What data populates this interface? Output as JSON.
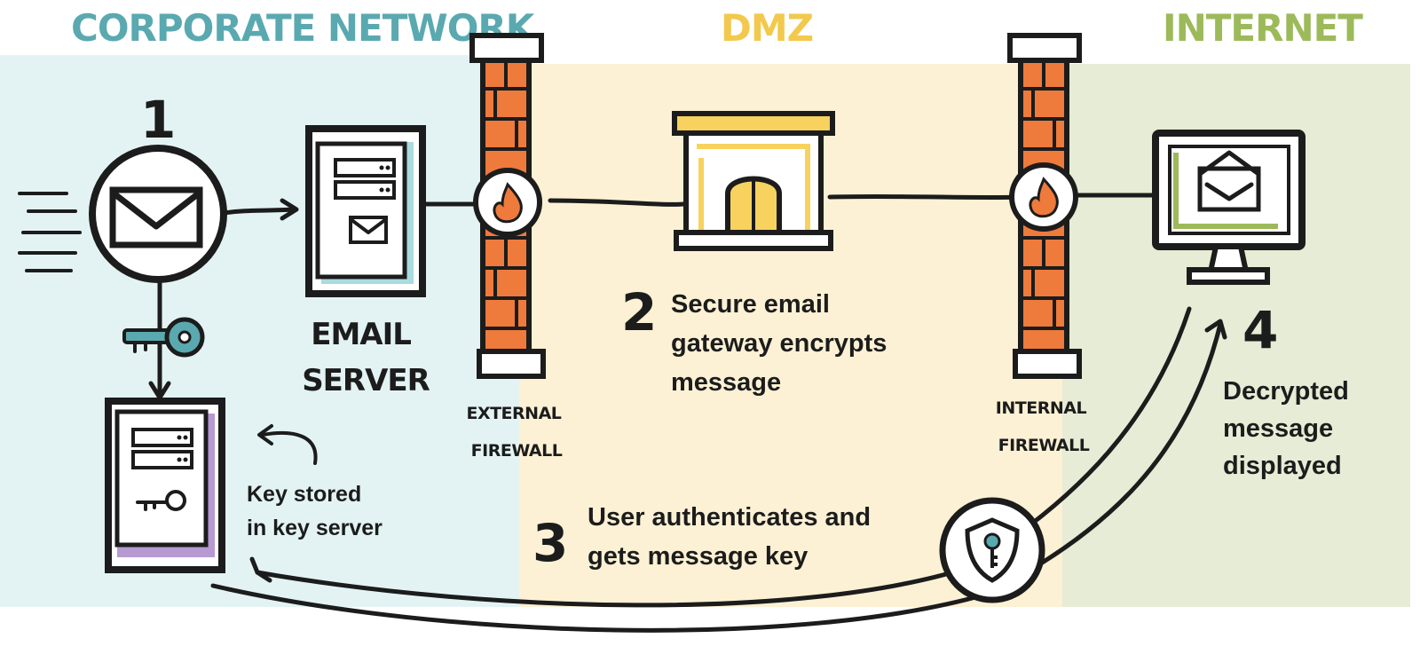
{
  "zones": {
    "corporate": {
      "title": "CORPORATE NETWORK",
      "title_color": "#5aa9b0",
      "bg": "#e3f3f4"
    },
    "dmz": {
      "title": "DMZ",
      "title_color": "#f2c94c",
      "bg": "#fcf1d4"
    },
    "internet": {
      "title": "INTERNET",
      "title_color": "#9cba5a",
      "bg": "#e6ecd5"
    }
  },
  "steps": {
    "s1": {
      "number": "1"
    },
    "s2": {
      "number": "2",
      "lines": [
        "Secure email",
        "gateway encrypts",
        "message"
      ]
    },
    "s3": {
      "number": "3",
      "lines": [
        "User authenticates and",
        "gets message key"
      ]
    },
    "s4": {
      "number": "4",
      "lines": [
        "Decrypted",
        "message",
        "displayed"
      ]
    }
  },
  "labels": {
    "email_server": [
      "EMAIL",
      "SERVER"
    ],
    "external_firewall": [
      "EXTERNAL",
      "FIREWALL"
    ],
    "internal_firewall": [
      "INTERNAL",
      "FIREWALL"
    ],
    "key_stored": [
      "Key stored",
      "in key server"
    ]
  },
  "colors": {
    "firewall": "#ee7a3c",
    "gateway": "#f7d25e",
    "key": "#5aa9b0",
    "key_server_accent": "#b79ad1",
    "email_server_accent": "#a9dbe0",
    "monitor_accent": "#9cba5a"
  },
  "icons": [
    "envelope-icon",
    "key-icon",
    "flame-icon",
    "shield-key-icon",
    "server-icon",
    "gateway-icon",
    "monitor-icon"
  ]
}
